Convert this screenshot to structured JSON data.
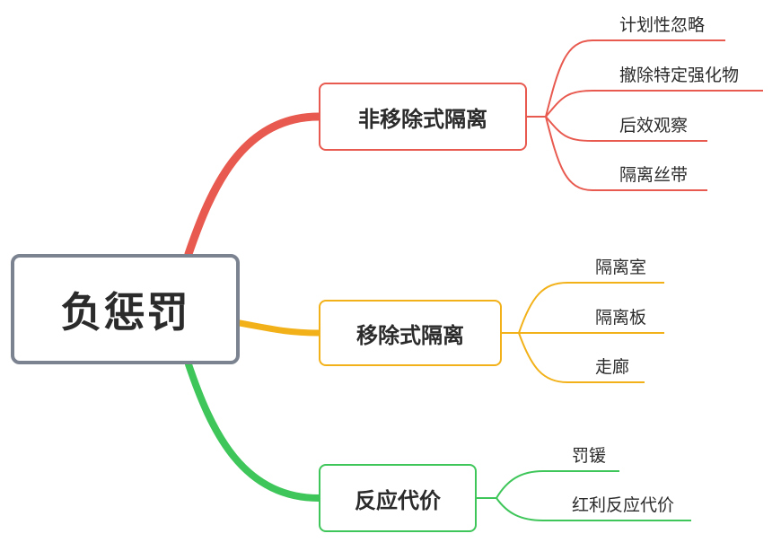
{
  "root": {
    "label": "负惩罚"
  },
  "colors": {
    "root_border": "#7b8290",
    "red": "#e85a4f",
    "orange": "#f2b118",
    "green": "#3fc65a"
  },
  "branches": [
    {
      "label": "非移除式隔离",
      "color": "red",
      "leaves": [
        "计划性忽略",
        "撤除特定强化物",
        "后效观察",
        "隔离丝带"
      ]
    },
    {
      "label": "移除式隔离",
      "color": "orange",
      "leaves": [
        "隔离室",
        "隔离板",
        "走廊"
      ]
    },
    {
      "label": "反应代价",
      "color": "green",
      "leaves": [
        "罚锾",
        "红利反应代价"
      ]
    }
  ]
}
